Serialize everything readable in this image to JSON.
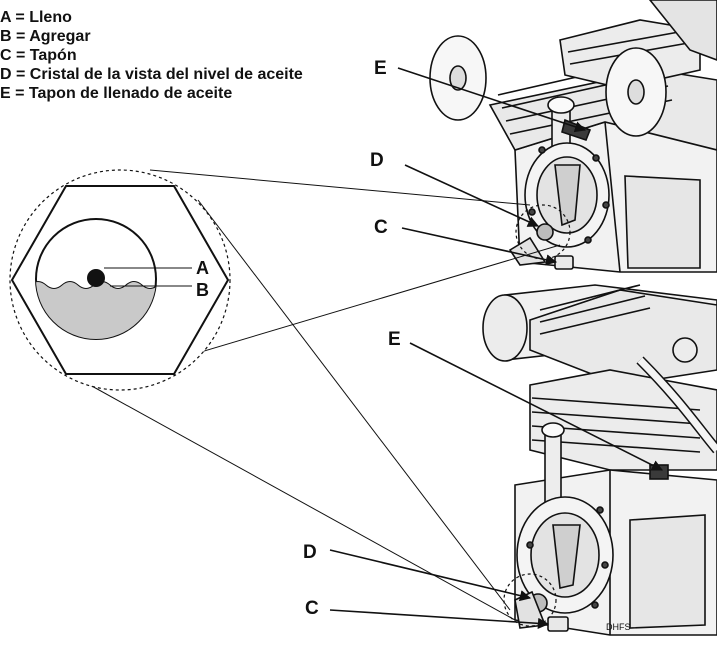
{
  "legend": [
    "A = Lleno",
    "B = Agregar",
    "C = Tapón",
    "D = Cristal de la vista del nivel de aceite",
    "E = Tapon de llenado de aceite"
  ],
  "callouts": {
    "E": "E",
    "D": "D",
    "C": "C",
    "A": "A",
    "B": "B"
  },
  "colors": {
    "line": "#111111",
    "oil": "#c9c9c9",
    "metal": "#f2f2f2",
    "shadow": "#bdbdbd",
    "dark": "#3a3a3a"
  }
}
